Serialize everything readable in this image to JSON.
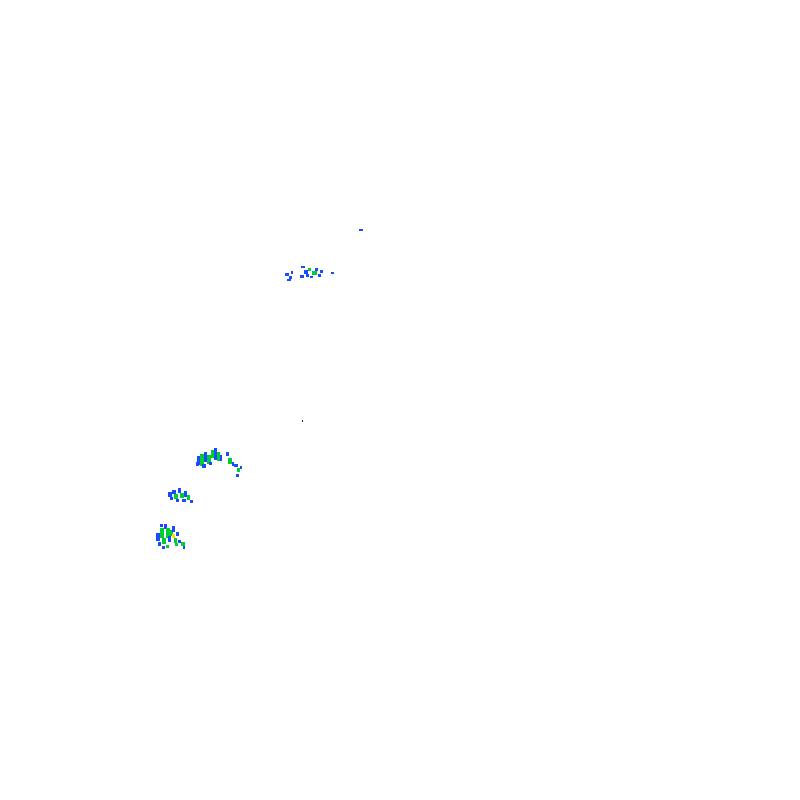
{
  "overlay": {
    "type": "precipitation-radar",
    "background": "#ffffff",
    "legend_visible": false,
    "text_visible": false,
    "intensity_colors": {
      "light": "#1a4cff",
      "moderate": "#00cc33",
      "heavy": "#f2e600"
    },
    "echo_clusters": [
      {
        "name": "north-east-speck",
        "peak_intensity": "light"
      },
      {
        "name": "north-band",
        "peak_intensity": "moderate"
      },
      {
        "name": "south-upper-cell",
        "peak_intensity": "moderate"
      },
      {
        "name": "south-middle-cell",
        "peak_intensity": "moderate"
      },
      {
        "name": "south-lower-cell",
        "peak_intensity": "heavy"
      }
    ],
    "center_marker": {
      "name": "radar-site",
      "color": "#333333"
    }
  }
}
